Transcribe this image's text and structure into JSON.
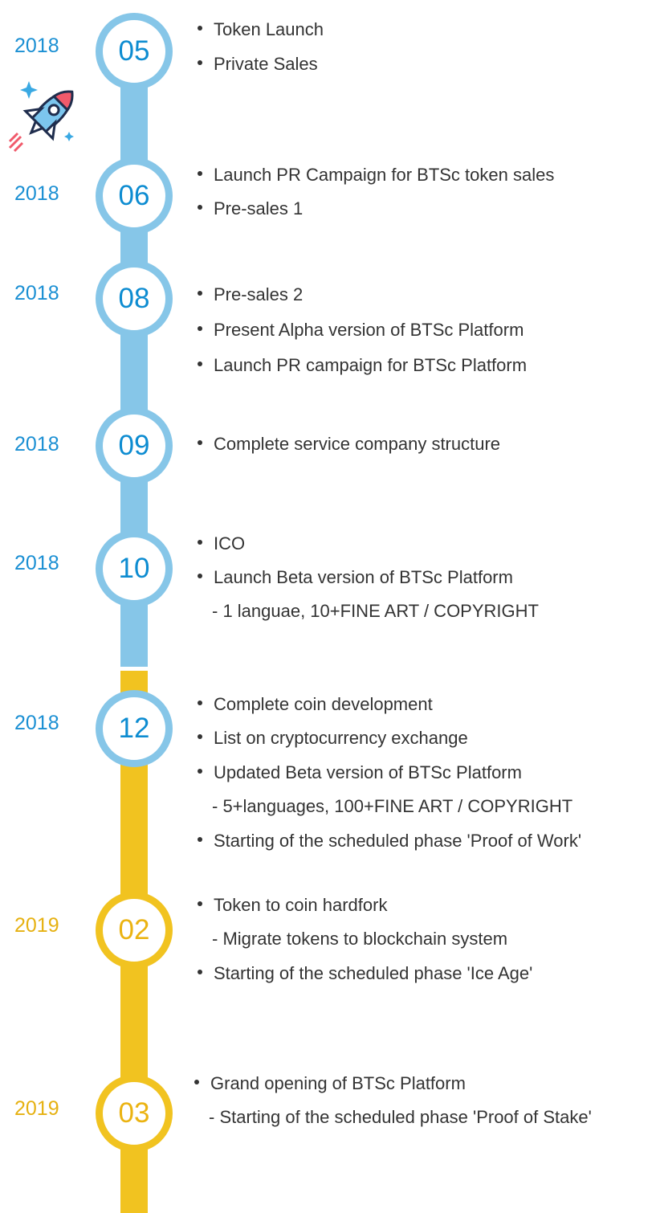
{
  "milestones": [
    {
      "year": "2018",
      "month": "05",
      "items": [
        "Token Launch",
        "Private Sales"
      ]
    },
    {
      "year": "2018",
      "month": "06",
      "items": [
        "Launch PR Campaign for BTSc token sales",
        "Pre-sales 1"
      ]
    },
    {
      "year": "2018",
      "month": "08",
      "items": [
        "Pre-sales 2",
        "Present Alpha version of BTSc Platform",
        "Launch PR campaign for BTSc Platform"
      ]
    },
    {
      "year": "2018",
      "month": "09",
      "items": [
        "Complete service company structure"
      ]
    },
    {
      "year": "2018",
      "month": "10",
      "items": [
        "ICO",
        "Launch Beta version of BTSc Platform"
      ],
      "subitems": [
        "- 1 languae, 10+FINE ART / COPYRIGHT"
      ]
    },
    {
      "year": "2018",
      "month": "12",
      "items": [
        "Complete coin development",
        "List on cryptocurrency exchange",
        "Updated Beta version of BTSc Platform",
        "Starting of the scheduled phase 'Proof of Work'"
      ],
      "subitems": [
        "- 5+languages, 100+FINE ART / COPYRIGHT"
      ]
    },
    {
      "year": "2019",
      "month": "02",
      "items": [
        "Token to coin hardfork",
        "Starting of the scheduled phase 'Ice Age'"
      ],
      "subitems": [
        "- Migrate tokens to blockchain system"
      ]
    },
    {
      "year": "2019",
      "month": "03",
      "items": [
        "Grand opening of BTSc Platform"
      ],
      "subitems": [
        "- Starting of the scheduled phase 'Proof of Stake'"
      ]
    }
  ],
  "colors": {
    "blue_bar": "#86c6e8",
    "blue_text": "#0d8cd1",
    "gold_bar": "#f1c320",
    "gold_text": "#ebb311"
  },
  "icons": {
    "rocket": "rocket-icon"
  }
}
